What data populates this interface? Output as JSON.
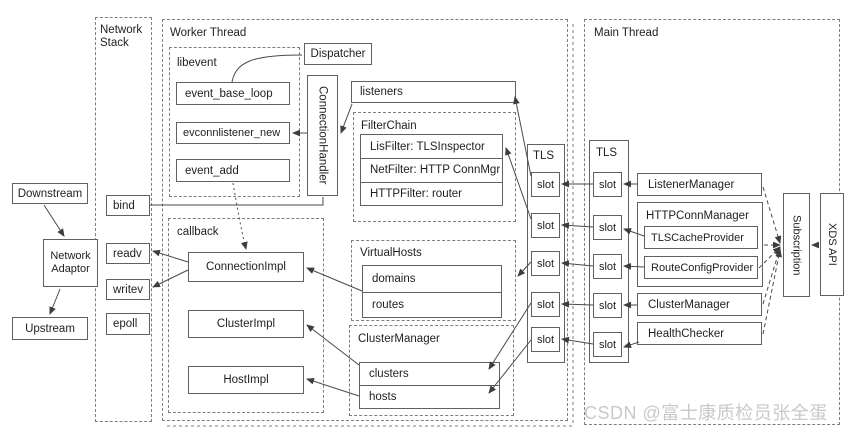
{
  "diagram": {
    "watermark": "CSDN @富士康质检员张全蛋",
    "network_stack": {
      "title": "Network Stack",
      "downstream": "Downstream",
      "network_adaptor": "Network Adaptor",
      "upstream": "Upstream",
      "bind": "bind",
      "readv": "readv",
      "writev": "writev",
      "epoll": "epoll"
    },
    "worker_thread": {
      "title": "Worker Thread",
      "dispatcher": "Dispatcher",
      "connection_handler": "ConnectionHandler",
      "listeners": "listeners",
      "libevent": {
        "title": "libevent",
        "items": [
          "event_base_loop",
          "evconnlistener_new",
          "event_add"
        ]
      },
      "filter_chain": {
        "title": "FilterChain",
        "filters": [
          "LisFilter: TLSInspector",
          "NetFilter: HTTP ConnMgr",
          "HTTPFilter: router"
        ]
      },
      "callback": {
        "title": "callback",
        "items": [
          "ConnectionImpl",
          "ClusterImpl",
          "HostImpl"
        ]
      },
      "virtual_hosts": {
        "title": "VirtualHosts",
        "rows": [
          "domains",
          "routes"
        ]
      },
      "cluster_manager": {
        "title": "ClusterManager",
        "rows": [
          "clusters",
          "hosts"
        ]
      },
      "tls": {
        "title": "TLS",
        "slot": "slot"
      }
    },
    "main_thread": {
      "title": "Main Thread",
      "tls": {
        "title": "TLS",
        "slot": "slot"
      },
      "listener_manager": "ListenerManager",
      "http_conn_manager": "HTTPConnManager",
      "tls_cache_provider": "TLSCacheProvider",
      "route_config_provider": "RouteConfigProvider",
      "cluster_manager": "ClusterManager",
      "health_checker": "HealthChecker",
      "subscription": "Subscription",
      "xds_api": "XDS API"
    }
  }
}
